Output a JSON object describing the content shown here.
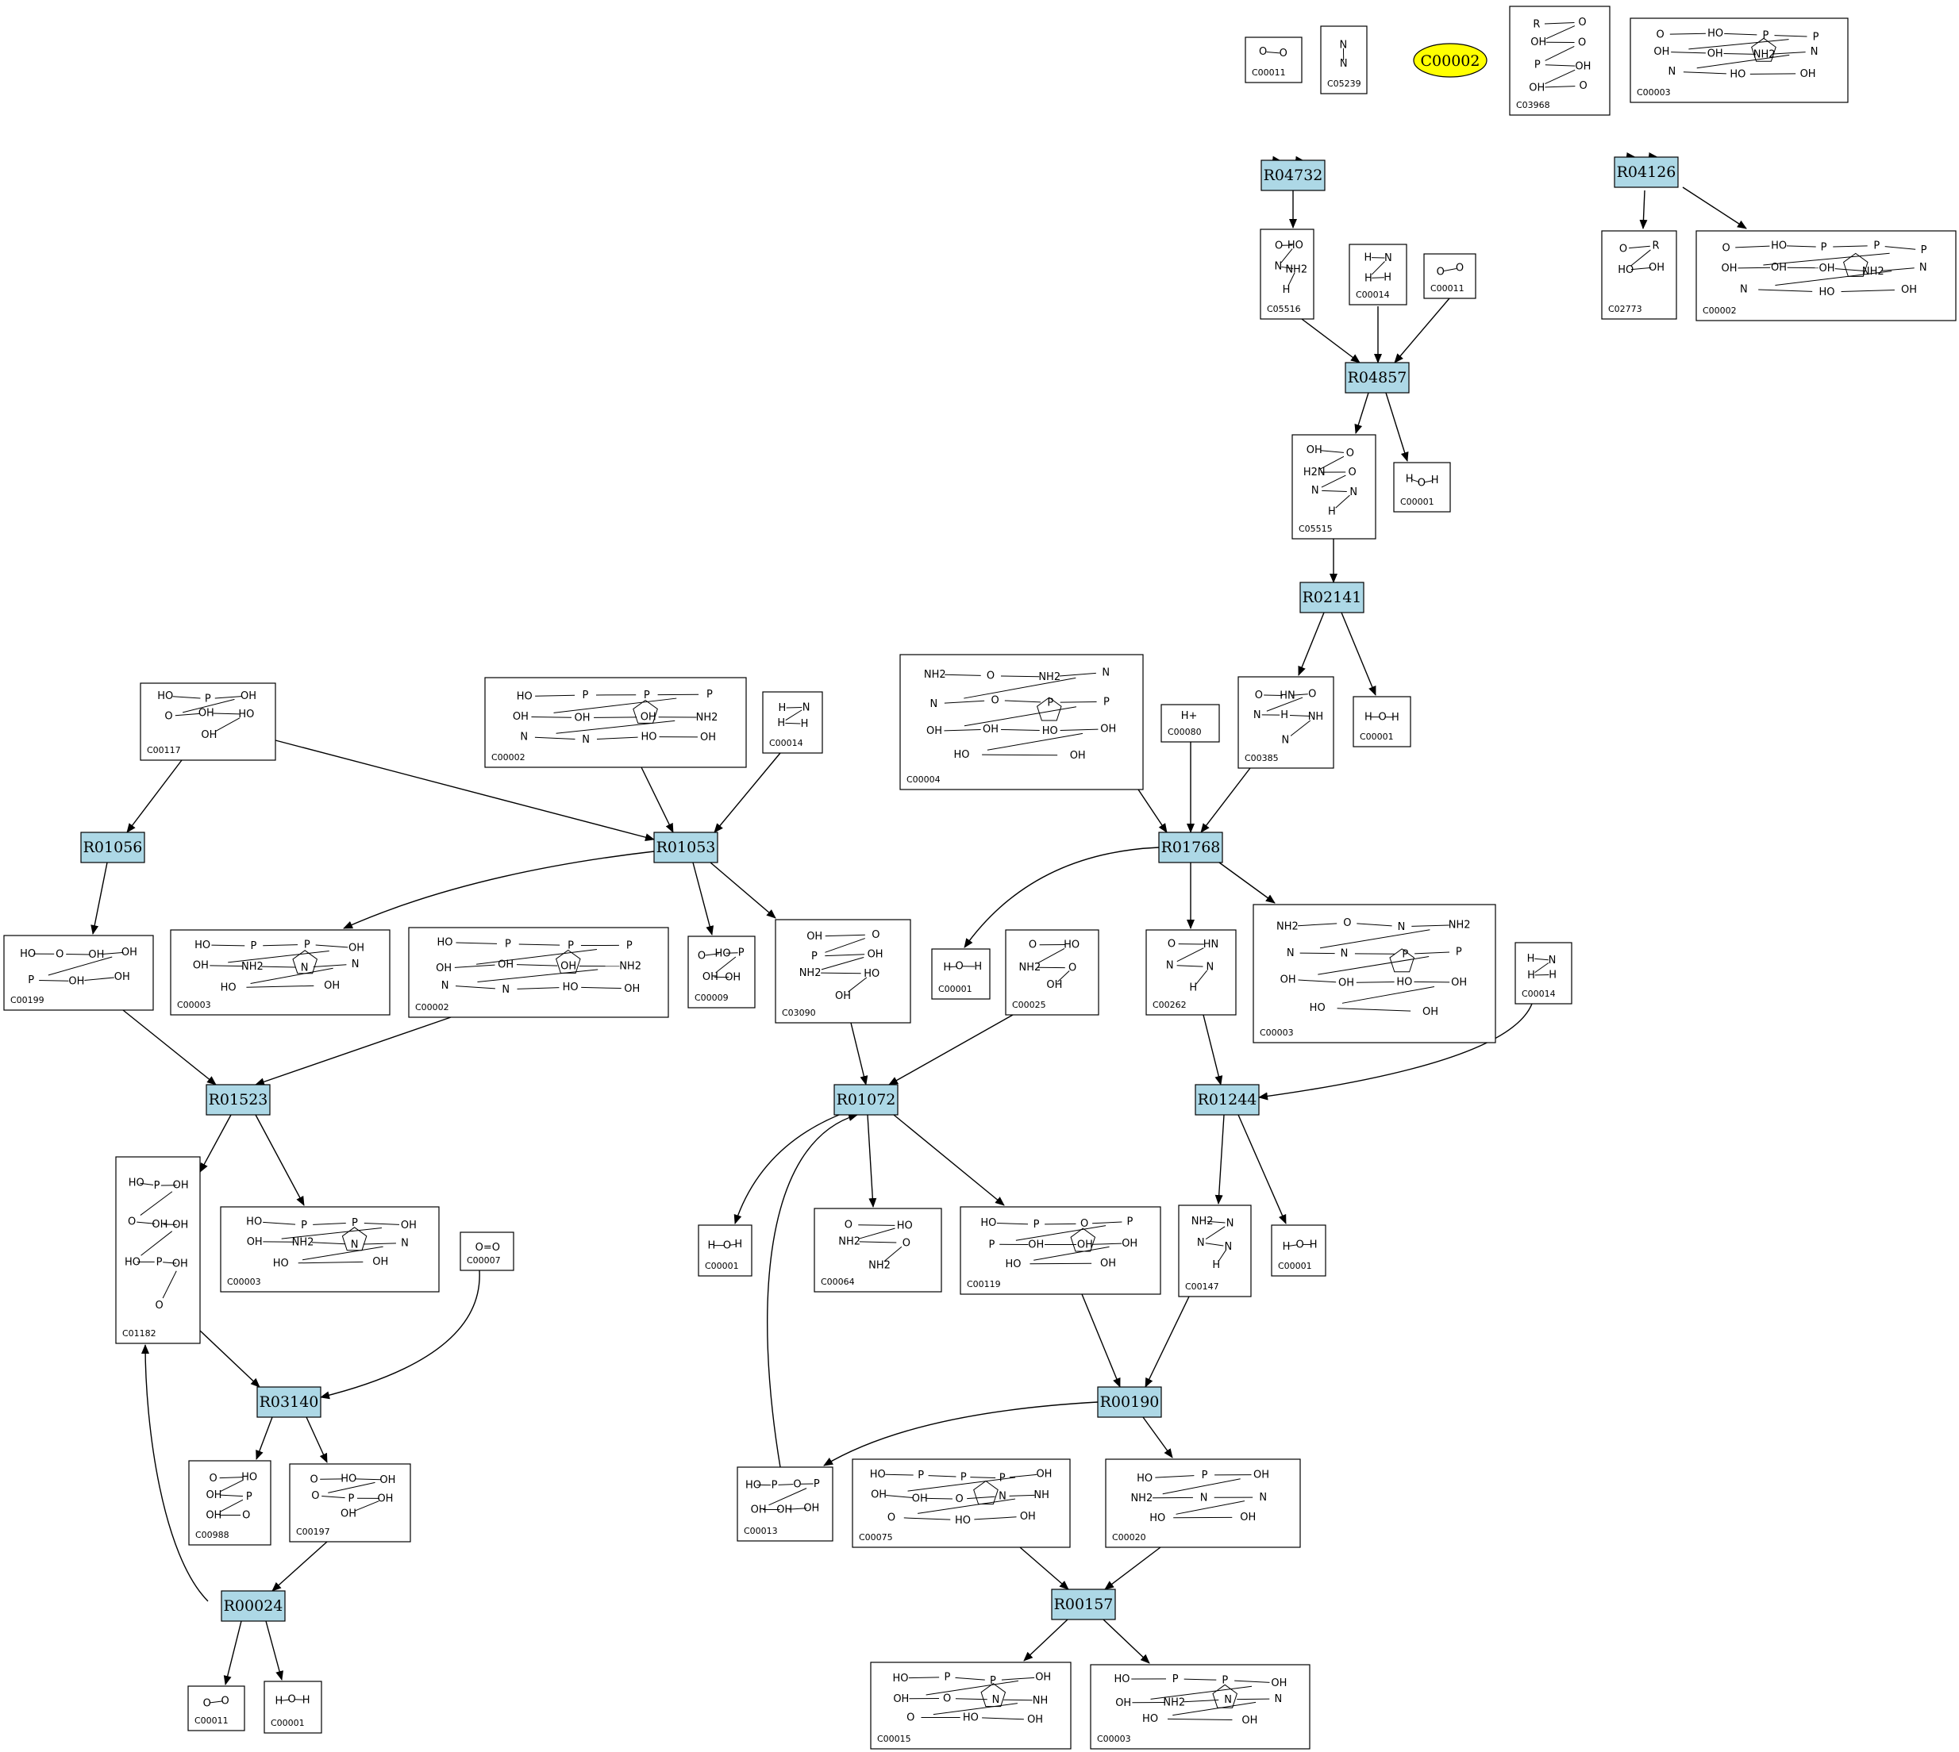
{
  "diagram": {
    "highlight": "C00002",
    "colors": {
      "reaction_fill": "#add8e6",
      "highlight_fill": "#ffff00",
      "edge": "#000000"
    },
    "reactions": [
      "R04732",
      "R04126",
      "R04857",
      "R02141",
      "R01768",
      "R01053",
      "R01056",
      "R01523",
      "R01072",
      "R01244",
      "R03140",
      "R00190",
      "R00024",
      "R00157"
    ],
    "compounds": [
      {
        "id": "c1",
        "code": "C00011",
        "atoms": [
          "O",
          "O"
        ]
      },
      {
        "id": "c2",
        "code": "C05239",
        "atoms": [
          "N",
          "N"
        ]
      },
      {
        "id": "c3",
        "code": "C03968",
        "atoms": [
          "R",
          "O",
          "OH",
          "O",
          "P",
          "OH",
          "OH",
          "O"
        ]
      },
      {
        "id": "c4",
        "code": "C00003",
        "atoms": [
          "O",
          "HO",
          "P",
          "P",
          "OH",
          "OH",
          "NH2",
          "N",
          "N",
          "HO",
          "OH"
        ]
      },
      {
        "id": "c5",
        "code": "C05516",
        "atoms": [
          "O",
          "HO",
          "N",
          "NH2",
          "H"
        ]
      },
      {
        "id": "c6",
        "code": "C00014",
        "atoms": [
          "H",
          "N",
          "H",
          "H"
        ]
      },
      {
        "id": "c7",
        "code": "C00011",
        "atoms": [
          "O",
          "O"
        ]
      },
      {
        "id": "c8",
        "code": "C02773",
        "atoms": [
          "O",
          "R",
          "HO",
          "OH"
        ]
      },
      {
        "id": "c9",
        "code": "C00002",
        "atoms": [
          "O",
          "HO",
          "P",
          "P",
          "P",
          "OH",
          "OH",
          "OH",
          "NH2",
          "N",
          "N",
          "HO",
          "OH"
        ]
      },
      {
        "id": "c10",
        "code": "C05515",
        "atoms": [
          "OH",
          "O",
          "H2N",
          "O",
          "N",
          "N",
          "H"
        ]
      },
      {
        "id": "c11",
        "code": "C00001",
        "atoms": [
          "H",
          "O",
          "H"
        ]
      },
      {
        "id": "c12",
        "code": "C00001",
        "atoms": [
          "H",
          "O",
          "H"
        ]
      },
      {
        "id": "c13",
        "code": "C00385",
        "atoms": [
          "O",
          "HN",
          "O",
          "N",
          "H",
          "NH",
          "N"
        ]
      },
      {
        "id": "c14",
        "code": "C00004",
        "atoms": [
          "NH2",
          "O",
          "NH2",
          "N",
          "N",
          "O",
          "P",
          "P",
          "OH",
          "OH",
          "HO",
          "OH",
          "HO",
          "OH"
        ]
      },
      {
        "id": "c15",
        "code": "C00080",
        "atoms": [
          "H+"
        ]
      },
      {
        "id": "c16",
        "code": "C00117",
        "atoms": [
          "HO",
          "P",
          "OH",
          "O",
          "OH",
          "HO",
          "OH"
        ]
      },
      {
        "id": "c17",
        "code": "C00002",
        "atoms": [
          "HO",
          "P",
          "P",
          "P",
          "OH",
          "OH",
          "OH",
          "NH2",
          "N",
          "N",
          "HO",
          "OH"
        ]
      },
      {
        "id": "c18",
        "code": "C00014",
        "atoms": [
          "H",
          "N",
          "H",
          "H"
        ]
      },
      {
        "id": "c19",
        "code": "C00199",
        "atoms": [
          "HO",
          "O",
          "OH",
          "OH",
          "P",
          "OH",
          "OH"
        ]
      },
      {
        "id": "c20",
        "code": "C00003",
        "atoms": [
          "HO",
          "P",
          "P",
          "OH",
          "OH",
          "NH2",
          "N",
          "N",
          "HO",
          "OH"
        ]
      },
      {
        "id": "c21",
        "code": "C00002",
        "atoms": [
          "HO",
          "P",
          "P",
          "P",
          "OH",
          "OH",
          "OH",
          "NH2",
          "N",
          "N",
          "HO",
          "OH"
        ]
      },
      {
        "id": "c22",
        "code": "C00009",
        "atoms": [
          "O",
          "HO",
          "P",
          "OH",
          "OH"
        ]
      },
      {
        "id": "c23",
        "code": "C03090",
        "atoms": [
          "OH",
          "O",
          "P",
          "OH",
          "NH2",
          "HO",
          "OH"
        ]
      },
      {
        "id": "c24",
        "code": "C00001",
        "atoms": [
          "H",
          "O",
          "H"
        ]
      },
      {
        "id": "c25",
        "code": "C00025",
        "atoms": [
          "O",
          "HO",
          "NH2",
          "O",
          "OH"
        ]
      },
      {
        "id": "c26",
        "code": "C00262",
        "atoms": [
          "O",
          "HN",
          "N",
          "N",
          "H"
        ]
      },
      {
        "id": "c27",
        "code": "C00003",
        "atoms": [
          "NH2",
          "O",
          "N",
          "NH2",
          "N",
          "N",
          "P",
          "P",
          "OH",
          "OH",
          "HO",
          "OH",
          "HO",
          "OH"
        ]
      },
      {
        "id": "c28",
        "code": "C00014",
        "atoms": [
          "H",
          "N",
          "H",
          "H"
        ]
      },
      {
        "id": "c29",
        "code": "C01182",
        "atoms": [
          "HO",
          "P",
          "OH",
          "O",
          "OH",
          "OH",
          "HO",
          "P",
          "OH",
          "O"
        ]
      },
      {
        "id": "c30",
        "code": "C00003",
        "atoms": [
          "HO",
          "P",
          "P",
          "OH",
          "OH",
          "NH2",
          "N",
          "N",
          "HO",
          "OH"
        ]
      },
      {
        "id": "c31",
        "code": "C00007",
        "atoms": [
          "O=O"
        ]
      },
      {
        "id": "c32",
        "code": "C00001",
        "atoms": [
          "H",
          "O",
          "H"
        ]
      },
      {
        "id": "c33",
        "code": "C00064",
        "atoms": [
          "O",
          "HO",
          "NH2",
          "O",
          "NH2"
        ]
      },
      {
        "id": "c34",
        "code": "C00119",
        "atoms": [
          "HO",
          "P",
          "O",
          "P",
          "P",
          "OH",
          "OH",
          "OH",
          "HO",
          "OH"
        ]
      },
      {
        "id": "c35",
        "code": "C00147",
        "atoms": [
          "NH2",
          "N",
          "N",
          "N",
          "H"
        ]
      },
      {
        "id": "c36",
        "code": "C00001",
        "atoms": [
          "H",
          "O",
          "H"
        ]
      },
      {
        "id": "c37",
        "code": "C00988",
        "atoms": [
          "O",
          "HO",
          "OH",
          "P",
          "OH",
          "O"
        ]
      },
      {
        "id": "c38",
        "code": "C00197",
        "atoms": [
          "O",
          "HO",
          "OH",
          "O",
          "P",
          "OH",
          "OH"
        ]
      },
      {
        "id": "c39",
        "code": "C00013",
        "atoms": [
          "HO",
          "P",
          "O",
          "P",
          "OH",
          "OH",
          "OH"
        ]
      },
      {
        "id": "c40",
        "code": "C00075",
        "atoms": [
          "HO",
          "P",
          "P",
          "P",
          "OH",
          "OH",
          "OH",
          "O",
          "N",
          "NH",
          "O",
          "HO",
          "OH"
        ]
      },
      {
        "id": "c41",
        "code": "C00020",
        "atoms": [
          "HO",
          "P",
          "OH",
          "NH2",
          "N",
          "N",
          "HO",
          "OH"
        ]
      },
      {
        "id": "c42",
        "code": "C00011",
        "atoms": [
          "O",
          "O"
        ]
      },
      {
        "id": "c43",
        "code": "C00001",
        "atoms": [
          "H",
          "O",
          "H"
        ]
      },
      {
        "id": "c44",
        "code": "C00015",
        "atoms": [
          "HO",
          "P",
          "P",
          "OH",
          "OH",
          "O",
          "N",
          "NH",
          "O",
          "HO",
          "OH"
        ]
      },
      {
        "id": "c45",
        "code": "C00003",
        "atoms": [
          "HO",
          "P",
          "P",
          "OH",
          "OH",
          "NH2",
          "N",
          "N",
          "HO",
          "OH"
        ]
      }
    ]
  }
}
